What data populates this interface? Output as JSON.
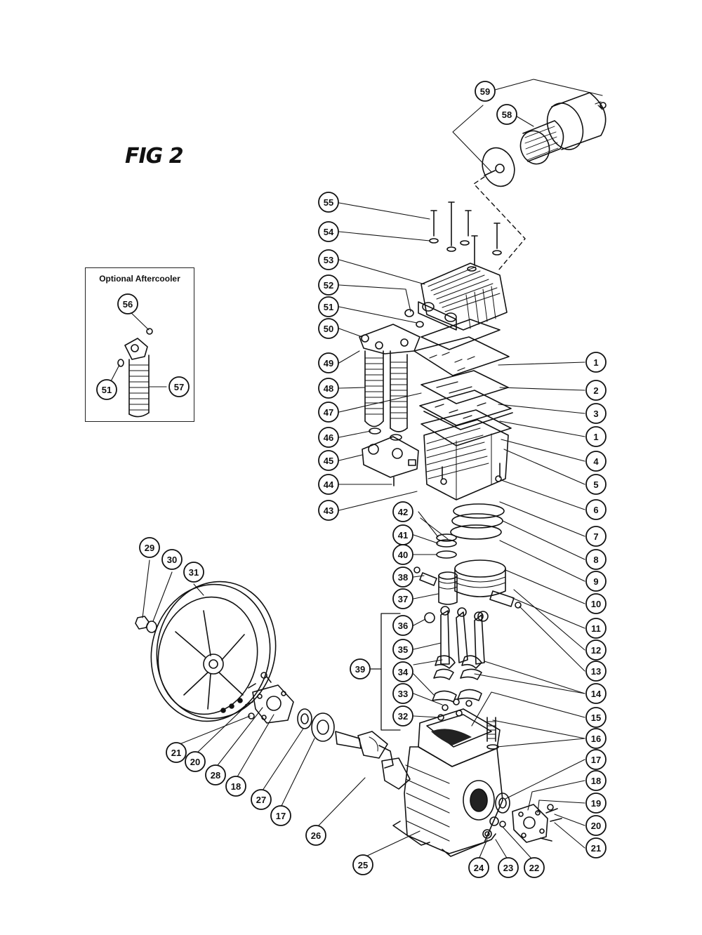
{
  "figure": {
    "title": "FIG 2",
    "inset_title": "Optional Aftercooler"
  },
  "callouts": [
    {
      "label": "59"
    },
    {
      "label": "58"
    },
    {
      "label": "55"
    },
    {
      "label": "54"
    },
    {
      "label": "53"
    },
    {
      "label": "52"
    },
    {
      "label": "51"
    },
    {
      "label": "50"
    },
    {
      "label": "49"
    },
    {
      "label": "48"
    },
    {
      "label": "47"
    },
    {
      "label": "46"
    },
    {
      "label": "45"
    },
    {
      "label": "44"
    },
    {
      "label": "43"
    },
    {
      "label": "42"
    },
    {
      "label": "41"
    },
    {
      "label": "40"
    },
    {
      "label": "38"
    },
    {
      "label": "37"
    },
    {
      "label": "36"
    },
    {
      "label": "35"
    },
    {
      "label": "34"
    },
    {
      "label": "33"
    },
    {
      "label": "32"
    },
    {
      "label": "39"
    },
    {
      "label": "1"
    },
    {
      "label": "2"
    },
    {
      "label": "3"
    },
    {
      "label": "1"
    },
    {
      "label": "4"
    },
    {
      "label": "5"
    },
    {
      "label": "6"
    },
    {
      "label": "7"
    },
    {
      "label": "8"
    },
    {
      "label": "9"
    },
    {
      "label": "10"
    },
    {
      "label": "11"
    },
    {
      "label": "12"
    },
    {
      "label": "13"
    },
    {
      "label": "14"
    },
    {
      "label": "15"
    },
    {
      "label": "16"
    },
    {
      "label": "17"
    },
    {
      "label": "18"
    },
    {
      "label": "19"
    },
    {
      "label": "20"
    },
    {
      "label": "21"
    },
    {
      "label": "22"
    },
    {
      "label": "23"
    },
    {
      "label": "24"
    },
    {
      "label": "25"
    },
    {
      "label": "26"
    },
    {
      "label": "17"
    },
    {
      "label": "27"
    },
    {
      "label": "18"
    },
    {
      "label": "28"
    },
    {
      "label": "20"
    },
    {
      "label": "21"
    },
    {
      "label": "29"
    },
    {
      "label": "30"
    },
    {
      "label": "31"
    },
    {
      "label": "56"
    },
    {
      "label": "51"
    },
    {
      "label": "57"
    },
    {
      "label": "14"
    }
  ]
}
